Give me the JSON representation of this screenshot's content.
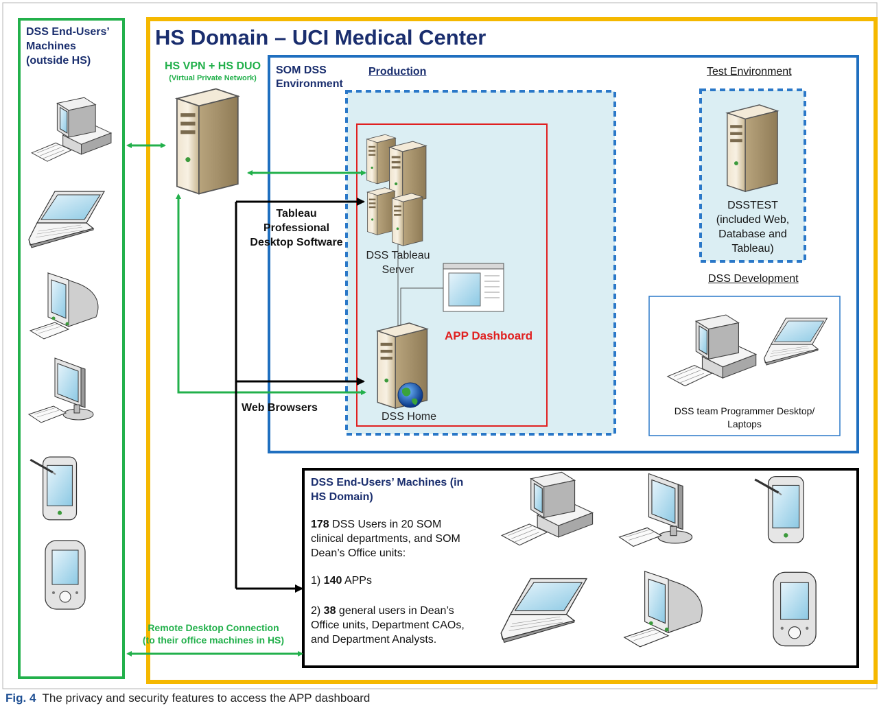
{
  "outer_users": {
    "title": "DSS End-Users’ Machines (outside HS)",
    "title_lines": [
      "DSS End-Users’",
      "Machines",
      "(outside HS)"
    ]
  },
  "hs_domain": {
    "title": "HS Domain – UCI Medical Center"
  },
  "vpn": {
    "label": "HS VPN + HS DUO",
    "sublabel": "(Virtual Private Network)"
  },
  "som": {
    "title_lines": [
      "SOM DSS",
      "Environment"
    ]
  },
  "production": {
    "label": "Production"
  },
  "tableau_server": {
    "label_lines": [
      "DSS Tableau",
      "Server"
    ]
  },
  "app_dashboard": {
    "label": "APP Dashboard"
  },
  "dss_home": {
    "label": "DSS Home"
  },
  "tableau_software": {
    "label_lines": [
      "Tableau",
      "Professional",
      "Desktop Software"
    ]
  },
  "web_browsers": {
    "label": "Web Browsers"
  },
  "test_env": {
    "label": "Test Environment",
    "server_lines": [
      "DSSTEST",
      "(included Web,",
      "Database and",
      "Tableau)"
    ]
  },
  "development": {
    "label": "DSS Development",
    "caption_lines": [
      "DSS team Programmer Desktop/",
      "Laptops"
    ]
  },
  "hs_users": {
    "title_lines": [
      "DSS End-Users’ Machines (in",
      "HS Domain)"
    ],
    "count": "178",
    "line1_rest": " DSS Users in 20 SOM",
    "line2": "clinical departments, and SOM",
    "line3": "Dean’s Office units:",
    "item1_prefix": "1) ",
    "item1_num": "140",
    "item1_rest": " APPs",
    "item2_prefix": "2) ",
    "item2_num": "38",
    "item2_rest": " general users in Dean’s",
    "item2_line2": "Office units, Department CAOs,",
    "item2_line3": "and Department Analysts."
  },
  "rdc": {
    "label_lines": [
      "Remote Desktop Connection",
      "(to their office machines in HS)"
    ]
  },
  "caption": {
    "fig": "Fig. 4",
    "text": "  The privacy and security features to access the APP dashboard"
  },
  "colors": {
    "green": "#22b04b",
    "gold": "#f5b800",
    "blue": "#1f6fbf",
    "red": "#e02020",
    "navy": "#1a2e6e",
    "dashed_blue": "#2a78c8",
    "pale": "#dbeef3"
  }
}
